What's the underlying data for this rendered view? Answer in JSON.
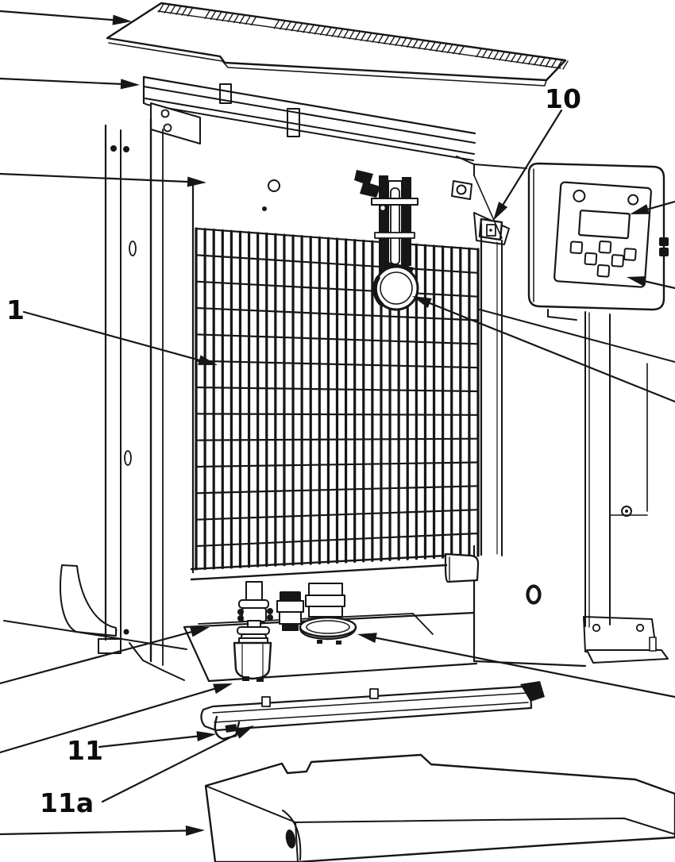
{
  "figure": {
    "kind": "exploded-parts-diagram",
    "background": "#ffffff",
    "line_color": "#161616",
    "callouts": [
      {
        "label": "1",
        "target": "cutting-grid"
      },
      {
        "label": "10",
        "target": "rail-end-bracket"
      },
      {
        "label": "11",
        "target": "bottom-rail"
      },
      {
        "label": "11a",
        "target": "rail-clip"
      }
    ],
    "unlabeled_leader_arrows": 10
  }
}
